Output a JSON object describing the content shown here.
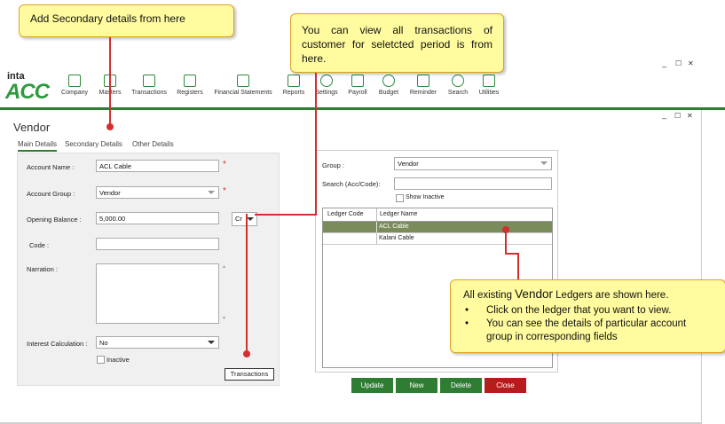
{
  "app": {
    "logo_top": "inta",
    "logo_main": "ACC"
  },
  "toolbar": {
    "items": [
      {
        "label": "Company",
        "icon": "building-icon"
      },
      {
        "label": "Masters",
        "icon": "grid-icon"
      },
      {
        "label": "Transactions",
        "icon": "money-icon"
      },
      {
        "label": "Registers",
        "icon": "register-icon"
      },
      {
        "label": "Financial Statements",
        "icon": "statement-icon"
      },
      {
        "label": "Reports",
        "icon": "report-icon"
      },
      {
        "label": "Settings",
        "icon": "gear-icon"
      },
      {
        "label": "Payroll",
        "icon": "payroll-icon"
      },
      {
        "label": "Budget",
        "icon": "budget-icon"
      },
      {
        "label": "Reminder",
        "icon": "bell-icon"
      },
      {
        "label": "Search",
        "icon": "search-icon"
      },
      {
        "label": "Utilities",
        "icon": "utilities-icon"
      }
    ],
    "window_controls": [
      "_",
      "☐",
      "✕"
    ]
  },
  "window": {
    "title": "Vendor",
    "controls": [
      "_",
      "☐",
      "✕"
    ],
    "tabs": [
      "Main Details",
      "Secondary Details",
      "Other Details"
    ]
  },
  "form": {
    "account_name_label": "Account Name :",
    "account_name_value": "ACL Cable",
    "account_group_label": "Account Group :",
    "account_group_value": "Vendor",
    "opening_balance_label": "Opening Balance :",
    "opening_balance_value": "5,000.00",
    "cr_dr_value": "Cr",
    "code_label": "Code :",
    "code_value": "",
    "narration_label": "Narration :",
    "narration_value": "",
    "interest_label": "Interest Calculation :",
    "interest_value": "No",
    "inactive_label": "Inactive",
    "transactions_button": "Transactions",
    "required_mark": "*"
  },
  "right": {
    "group_label": "Group :",
    "group_value": "Vendor",
    "search_label": "Search (Acc/Code):",
    "search_value": "",
    "show_inactive_label": "Show Inactive",
    "table_headers": [
      "Ledger Code",
      "Ledger Name"
    ],
    "rows": [
      {
        "code": "",
        "name": "ACL Cable"
      },
      {
        "code": "",
        "name": "Kalani Cable"
      }
    ]
  },
  "actions": {
    "update": "Update",
    "new": "New",
    "delete": "Delete",
    "close": "Close",
    "colors": {
      "green": "#2e7d32",
      "red": "#b71c1c"
    }
  },
  "callouts": {
    "secondary": "Add Secondary details from here",
    "transactions": "You can view all transactions of customer for seletcted period is from here.",
    "ledgers_title_pre": "All existing ",
    "ledgers_title_em": "Vendor",
    "ledgers_title_post": " Ledgers are shown here.",
    "ledgers_bullet_1": "Click on the ledger that you want to view.",
    "ledgers_bullet_2": "You  can see the details of particular account group in corresponding fields"
  }
}
